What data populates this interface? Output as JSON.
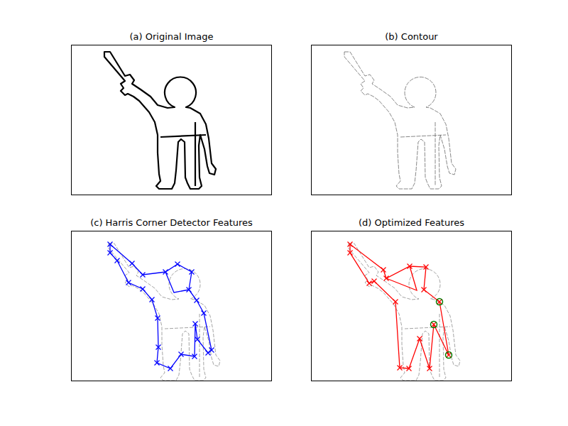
{
  "diagram": {
    "nodes": [
      {
        "text": [
          "(a) Original Image"
        ]
      },
      {
        "text": [
          "(b) Contour"
        ]
      },
      {
        "text": [
          "(c) Harris Corner Detector Features"
        ]
      },
      {
        "text": [
          "(d) Optimized Features"
        ]
      }
    ]
  }
}
